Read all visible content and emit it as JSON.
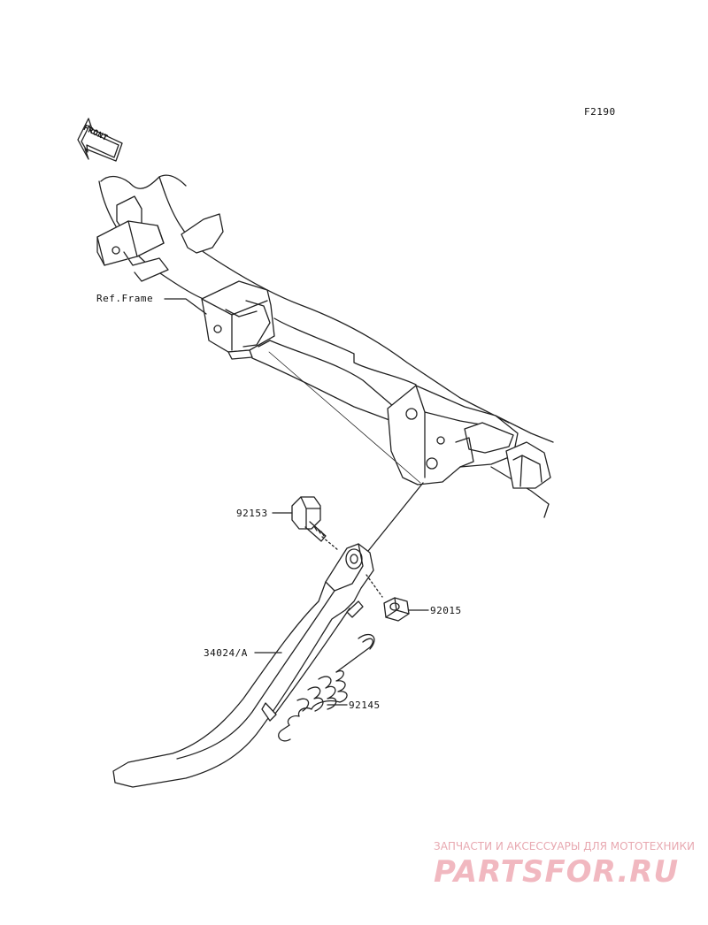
{
  "diagram_id": "F2190",
  "front_label": "FRONT",
  "ref_frame_label": "Ref.Frame",
  "parts": [
    {
      "number": "92153",
      "name": "bolt"
    },
    {
      "number": "92015",
      "name": "nut"
    },
    {
      "number": "34024/A",
      "name": "side-stand"
    },
    {
      "number": "92145",
      "name": "spring"
    }
  ],
  "watermark": {
    "subtitle": "ЗАПЧАСТИ И АКСЕССУАРЫ ДЛЯ МОТОТЕХНИКИ",
    "brand": "PARTSFOR.RU"
  },
  "colors": {
    "line": "#222222",
    "watermark": "#f1b8c0"
  }
}
